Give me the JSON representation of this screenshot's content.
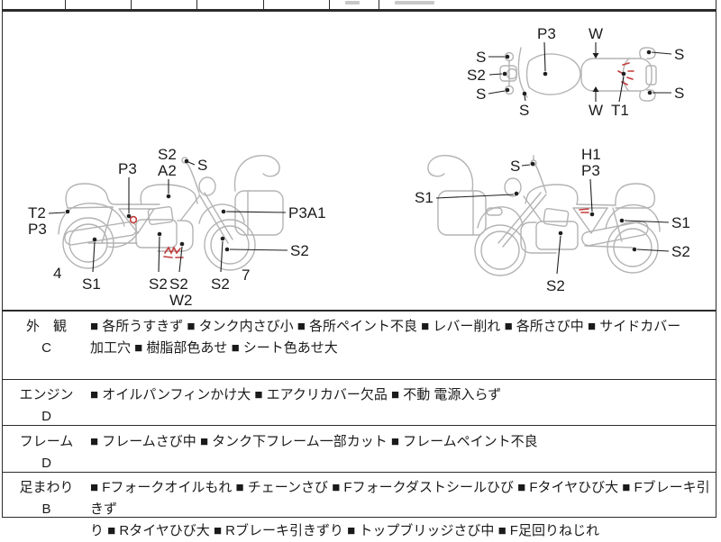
{
  "sheet": {
    "type_label": "motorcycle-auction-inspection-sheet"
  },
  "diagrams": {
    "top_view": {
      "labels": {
        "s_left_top": "S",
        "s2_left": "S2",
        "s_left_bottom": "S",
        "s_lever": "S",
        "p3_tank": "P3",
        "w_seat_front": "W",
        "w_seat_bottom": "W",
        "t1_seat": "T1",
        "s_rear_right": "S",
        "s_rear_left": "S"
      }
    },
    "left_side": {
      "labels": {
        "p3_side_cover": "P3",
        "s2_tank": "S2",
        "a2_tank": "A2",
        "s_handlebar": "S",
        "t2_rear_fender": "T2",
        "p3_rear_fender": "P3",
        "p3a1_front_fender": "P3A1",
        "s2_front_wheel": "S2",
        "num_left": "4",
        "s1_muffler": "S1",
        "s2_engine": "S2",
        "s2_frame": "S2",
        "w2_frame": "W2",
        "s2_fork": "S2",
        "num_right": "7"
      }
    },
    "right_side": {
      "labels": {
        "s1_headlight": "S1",
        "s_handlebar": "S",
        "h1_side_cover": "H1",
        "p3_side_cover": "P3",
        "s1_shock": "S1",
        "s2_rear_wheel": "S2",
        "s2_engine": "S2"
      }
    }
  },
  "table": {
    "rows": [
      {
        "category": "外　観",
        "grade": "C",
        "defects": "■ 各所うすきず ■ タンク内さび小 ■ 各所ペイント不良 ■ レバー削れ ■ 各所さび中 ■ サイドカバー\n加工穴 ■ 樹脂部色あせ ■ シート色あせ大"
      },
      {
        "category": "エンジン",
        "grade": "D",
        "defects": "■ オイルパンフィンかけ大 ■ エアクリカバー欠品 ■ 不動 電源入らず"
      },
      {
        "category": "フレーム",
        "grade": "D",
        "defects": "■ フレームさび中 ■ タンク下フレーム一部カット ■ フレームペイント不良"
      },
      {
        "category": "足まわり",
        "grade": "B",
        "defects": "■ Fフォークオイルもれ ■ チェーンさび ■ Fフォークダストシールひび ■ Fタイヤひび大 ■ Fブレーキ引きず\nり ■ Rタイヤひび大 ■ Rブレーキ引きずり ■ トップブリッジさび中 ■ F足回りねじれ"
      }
    ]
  },
  "colors": {
    "line_art": "#b3b3b3",
    "label_text": "#1b1b1b",
    "damage_mark": "#c23b3b",
    "border": "#2b2b2b"
  }
}
